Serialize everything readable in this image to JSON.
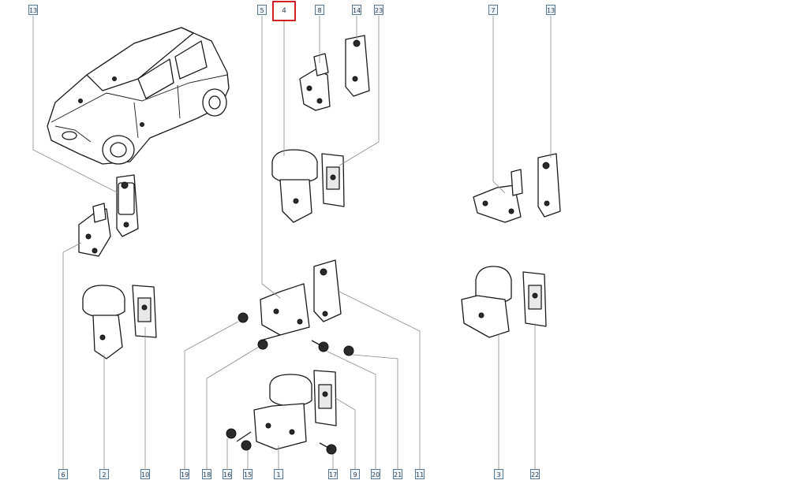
{
  "callouts": {
    "c13a": "13",
    "c5": "5",
    "c4": "4",
    "c8": "8",
    "c14": "14",
    "c23": "23",
    "c7": "7",
    "c13b": "13",
    "c6": "6",
    "c2": "2",
    "c10": "10",
    "c19": "19",
    "c18": "18",
    "c16": "16",
    "c15": "15",
    "c1": "1",
    "c17": "17",
    "c9": "9",
    "c20": "20",
    "c21": "21",
    "c11": "11",
    "c3": "3",
    "c22": "22"
  },
  "highlight": {
    "callout": "4",
    "color": "#d42020"
  },
  "colors": {
    "line": "#1a1a1a",
    "leader": "#8a8a8a",
    "callout_border": "#5a7a94"
  }
}
